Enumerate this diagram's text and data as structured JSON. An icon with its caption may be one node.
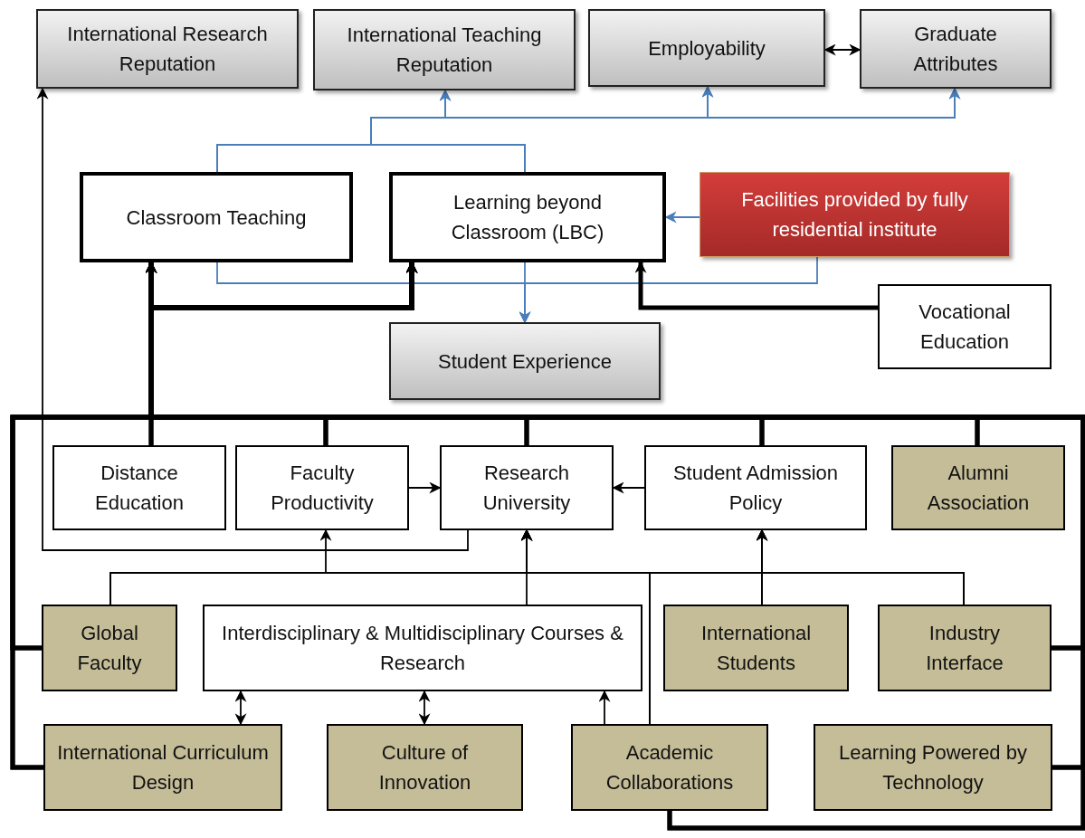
{
  "diagram": {
    "nodes": [
      {
        "text": [
          "International Research Reputation"
        ]
      },
      {
        "text": [
          "International Teaching Reputation"
        ]
      },
      {
        "text": [
          "Employability"
        ]
      },
      {
        "text": [
          "Graduate Attributes"
        ]
      },
      {
        "text": [
          "Classroom Teaching"
        ]
      },
      {
        "text": [
          "Learning beyond Classroom (LBC)"
        ]
      },
      {
        "text": [
          "Facilities provided by fully residential institute"
        ]
      },
      {
        "text": [
          "Student Experience"
        ]
      },
      {
        "text": [
          "Vocational Education"
        ]
      },
      {
        "text": [
          "Distance Education"
        ]
      },
      {
        "text": [
          "Faculty Productivity"
        ]
      },
      {
        "text": [
          "Research University"
        ]
      },
      {
        "text": [
          "Student Admission Policy"
        ]
      },
      {
        "text": [
          "Alumni Association"
        ]
      },
      {
        "text": [
          "Global Faculty"
        ]
      },
      {
        "text": [
          "Interdisciplinary & Multidisciplinary Courses & Research"
        ]
      },
      {
        "text": [
          "International Students"
        ]
      },
      {
        "text": [
          "Industry Interface"
        ]
      },
      {
        "text": [
          "International Curriculum Design"
        ]
      },
      {
        "text": [
          "Culture of Innovation"
        ]
      },
      {
        "text": [
          "Academic Collaborations"
        ]
      },
      {
        "text": [
          "Learning Powered by Technology"
        ]
      }
    ],
    "edges": [
      {
        "from": 4,
        "to": 1,
        "arrow": "to",
        "color": "#4a7ebb"
      },
      {
        "from": 4,
        "to": 2,
        "arrow": "to",
        "color": "#4a7ebb"
      },
      {
        "from": 4,
        "to": 3,
        "arrow": "to",
        "color": "#4a7ebb"
      },
      {
        "from": 5,
        "to": 1,
        "arrow": "to",
        "color": "#4a7ebb"
      },
      {
        "from": 5,
        "to": 2,
        "arrow": "to",
        "color": "#4a7ebb"
      },
      {
        "from": 5,
        "to": 3,
        "arrow": "to",
        "color": "#4a7ebb"
      },
      {
        "from": 6,
        "to": 5,
        "arrow": "to",
        "color": "#4a7ebb"
      },
      {
        "from": 4,
        "to": 7,
        "arrow": "to",
        "color": "#4a7ebb"
      },
      {
        "from": 5,
        "to": 7,
        "arrow": "to",
        "color": "#4a7ebb"
      },
      {
        "from": 6,
        "to": 7,
        "arrow": "to",
        "color": "#4a7ebb"
      },
      {
        "from": 2,
        "to": 3,
        "arrow": "both"
      },
      {
        "from": 11,
        "to": 0,
        "arrow": "to"
      },
      {
        "from": 8,
        "to": 5,
        "arrow": "to",
        "style": "thick"
      },
      {
        "from": 9,
        "to": 4,
        "arrow": "to",
        "style": "thick"
      },
      {
        "from": 9,
        "to": 5,
        "arrow": "to",
        "style": "thick"
      },
      {
        "from": 10,
        "to": 4,
        "arrow": "to",
        "style": "thick"
      },
      {
        "from": 10,
        "to": 5,
        "arrow": "to",
        "style": "thick"
      },
      {
        "from": 11,
        "to": 4,
        "arrow": "to",
        "style": "thick"
      },
      {
        "from": 11,
        "to": 5,
        "arrow": "to",
        "style": "thick"
      },
      {
        "from": 12,
        "to": 4,
        "arrow": "to",
        "style": "thick"
      },
      {
        "from": 12,
        "to": 5,
        "arrow": "to",
        "style": "thick"
      },
      {
        "from": 13,
        "to": 4,
        "arrow": "to",
        "style": "thick"
      },
      {
        "from": 13,
        "to": 5,
        "arrow": "to",
        "style": "thick"
      },
      {
        "from": 17,
        "to": 4,
        "arrow": "to",
        "style": "thick"
      },
      {
        "from": 17,
        "to": 5,
        "arrow": "to",
        "style": "thick"
      },
      {
        "from": 21,
        "to": 4,
        "arrow": "to",
        "style": "thick"
      },
      {
        "from": 21,
        "to": 5,
        "arrow": "to",
        "style": "thick"
      },
      {
        "from": 20,
        "to": 4,
        "arrow": "to",
        "style": "thick"
      },
      {
        "from": 20,
        "to": 5,
        "arrow": "to",
        "style": "thick"
      },
      {
        "from": 14,
        "to": 4,
        "arrow": "to",
        "style": "thick"
      },
      {
        "from": 14,
        "to": 5,
        "arrow": "to",
        "style": "thick"
      },
      {
        "from": 18,
        "to": 4,
        "arrow": "to",
        "style": "thick"
      },
      {
        "from": 18,
        "to": 5,
        "arrow": "to",
        "style": "thick"
      },
      {
        "from": 14,
        "to": 10,
        "arrow": "to"
      },
      {
        "from": 14,
        "to": 11,
        "arrow": "to"
      },
      {
        "from": 15,
        "to": 11,
        "arrow": "to"
      },
      {
        "from": 16,
        "to": 12,
        "arrow": "to"
      },
      {
        "from": 16,
        "to": 11,
        "arrow": "to"
      },
      {
        "from": 20,
        "to": 12,
        "arrow": "to"
      },
      {
        "from": 20,
        "to": 11,
        "arrow": "to"
      },
      {
        "from": 17,
        "to": 12,
        "arrow": "to"
      },
      {
        "from": 17,
        "to": 11,
        "arrow": "to"
      },
      {
        "from": 10,
        "to": 11,
        "arrow": "to"
      },
      {
        "from": 12,
        "to": 11,
        "arrow": "to"
      },
      {
        "from": 18,
        "to": 15,
        "arrow": "both"
      },
      {
        "from": 19,
        "to": 15,
        "arrow": "both"
      },
      {
        "from": 20,
        "to": 15,
        "arrow": "to"
      }
    ]
  }
}
